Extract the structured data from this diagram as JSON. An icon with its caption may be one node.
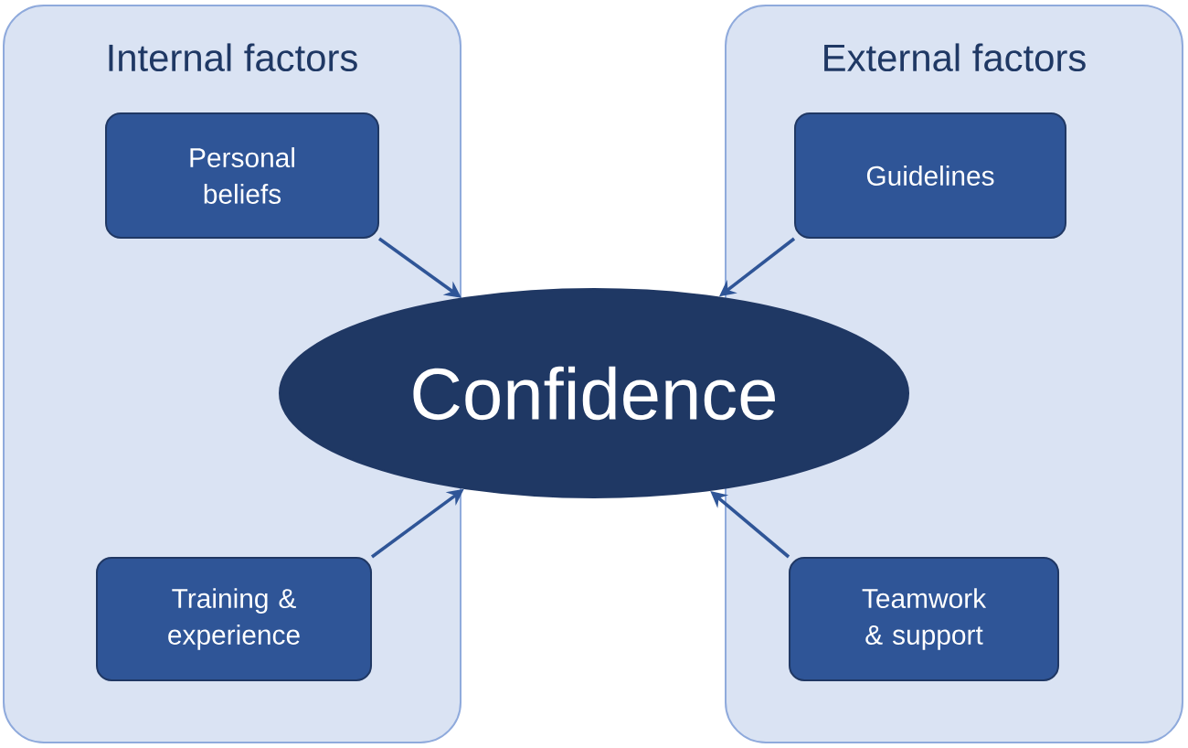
{
  "diagram": {
    "nodes": [
      {
        "text": [
          "Internal factors"
        ]
      },
      {
        "text": [
          "Personal beliefs"
        ],
        "in": 0
      },
      {
        "text": [
          "Training & experience"
        ],
        "in": 0
      },
      {
        "text": [
          "Confidence"
        ]
      },
      {
        "text": [
          "External factors"
        ]
      },
      {
        "text": [
          "Guidelines"
        ],
        "in": 4
      },
      {
        "text": [
          "Teamwork & support"
        ],
        "in": 4
      }
    ],
    "edges": [
      {
        "from": 1,
        "to": 3,
        "arrow": "to"
      },
      {
        "from": 2,
        "to": 3,
        "arrow": "to"
      },
      {
        "from": 5,
        "to": 3,
        "arrow": "to"
      },
      {
        "from": 6,
        "to": 3,
        "arrow": "to"
      }
    ]
  }
}
